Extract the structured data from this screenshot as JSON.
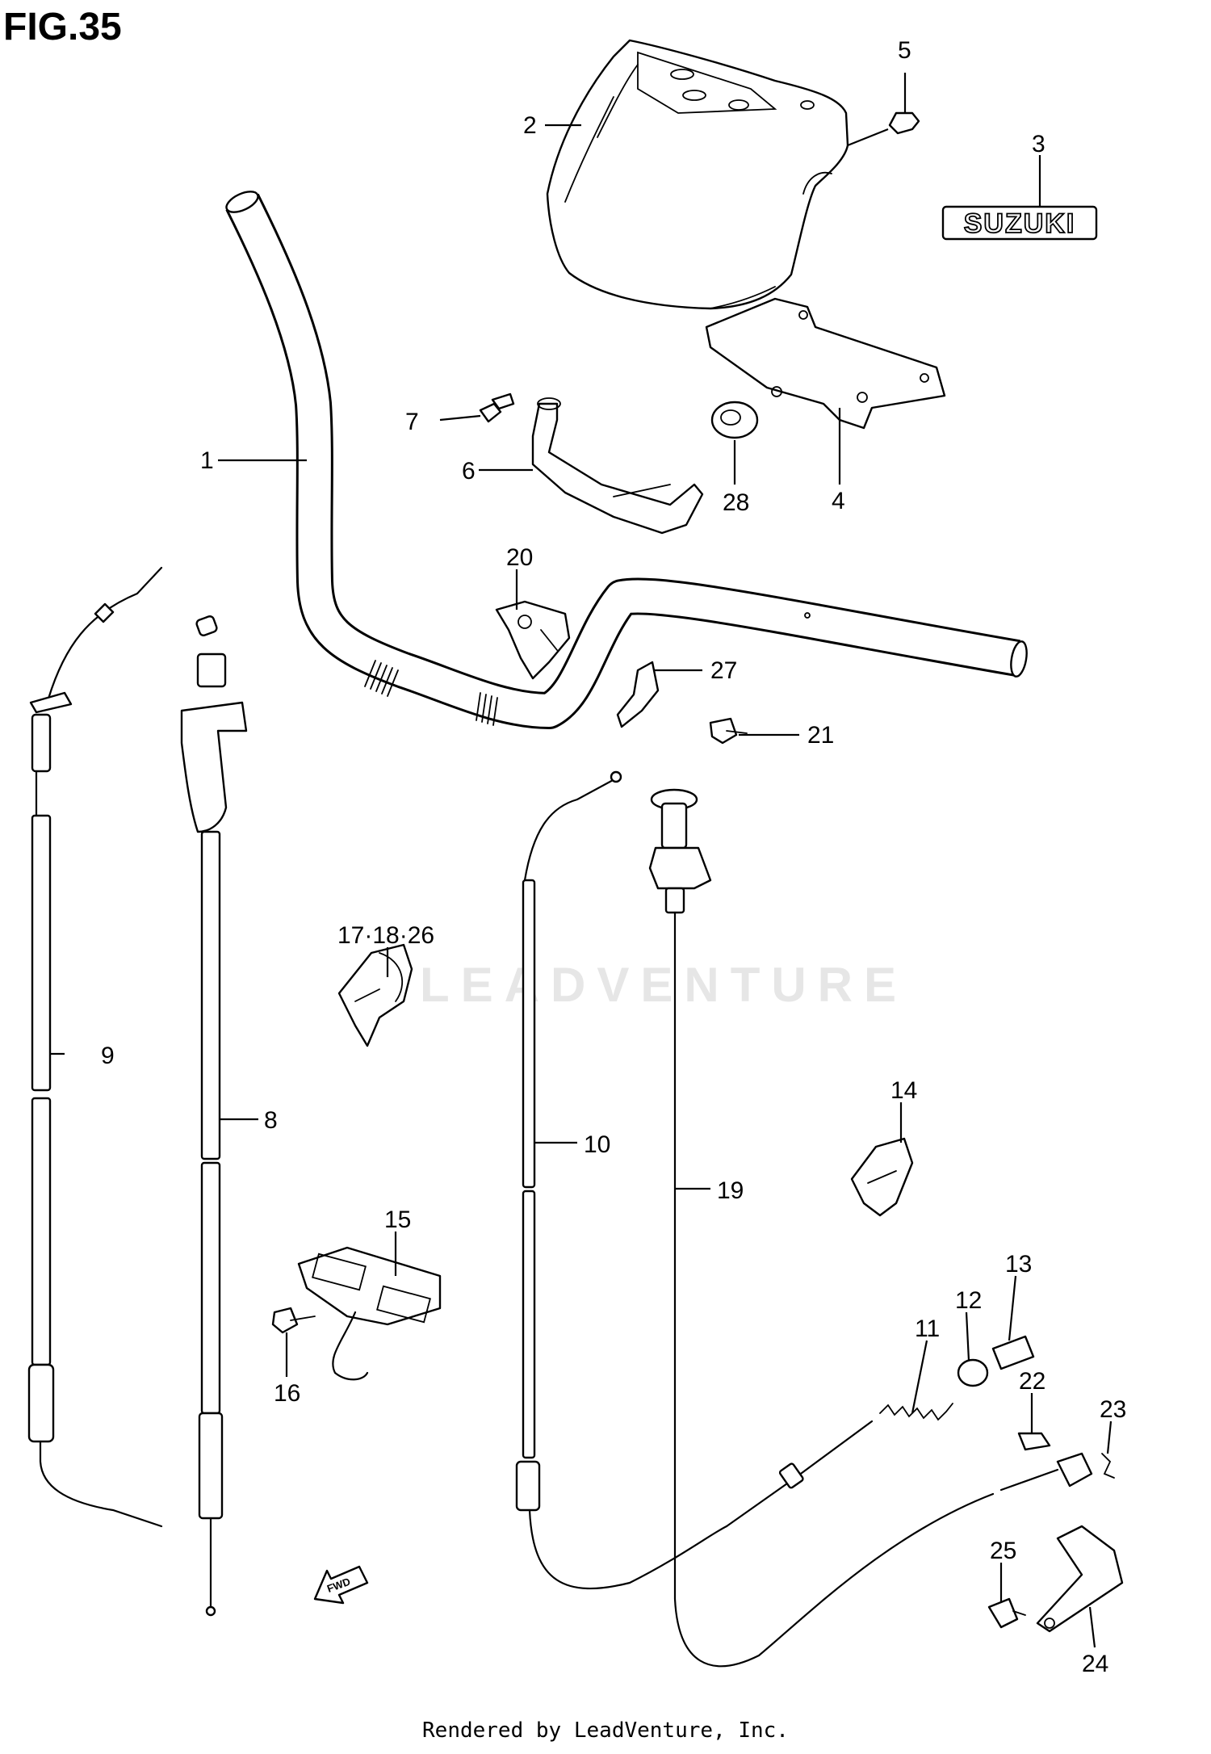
{
  "figure": {
    "title": "FIG.35",
    "brand_label": "SUZUKI",
    "watermark": "LEADVENTURE",
    "footer": "Rendered by LeadVenture, Inc.",
    "fwd_label": "FWD"
  },
  "callouts": {
    "c1": "1",
    "c2": "2",
    "c3": "3",
    "c4": "4",
    "c5": "5",
    "c6": "6",
    "c7": "7",
    "c8": "8",
    "c9": "9",
    "c10": "10",
    "c11": "11",
    "c12": "12",
    "c13": "13",
    "c14": "14",
    "c15": "15",
    "c16": "16",
    "c17": "17·18·26",
    "c19": "19",
    "c20": "20",
    "c21": "21",
    "c22": "22",
    "c23": "23",
    "c24": "24",
    "c25": "25",
    "c27": "27",
    "c28": "28"
  }
}
